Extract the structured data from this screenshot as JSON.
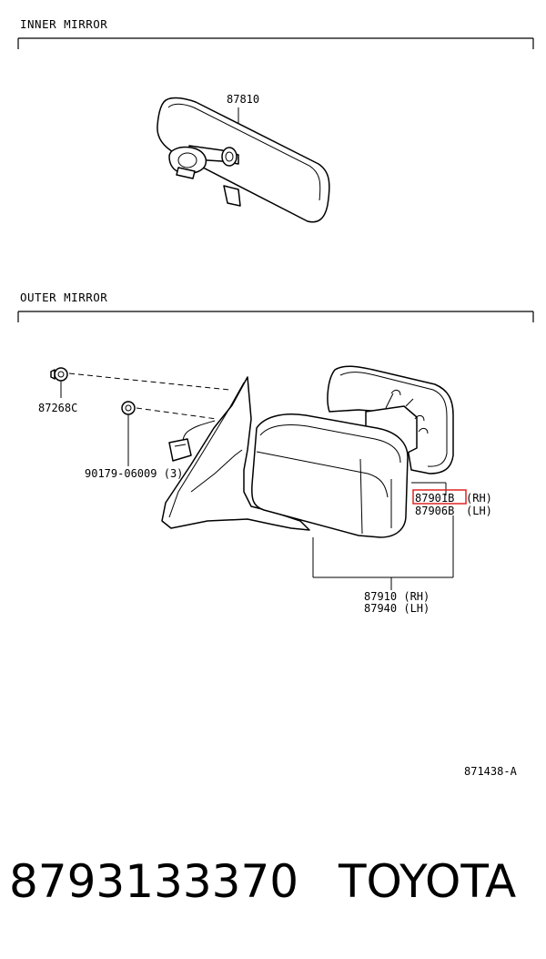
{
  "sections": {
    "inner": {
      "title": "INNER MIRROR"
    },
    "outer": {
      "title": "OUTER MIRROR"
    }
  },
  "labels": {
    "inner_mirror": "87810",
    "clip": "87268C",
    "screw": "90179-06009",
    "screw_qty": "(3)",
    "mirror_rh": "87901B",
    "rh_suffix": "(RH)",
    "mirror_lh": "87906B",
    "lh_suffix": "(LH)",
    "assy_rh": "87910 (RH)",
    "assy_lh": "87940 (LH)",
    "diagram_ref": "871438-A"
  },
  "footer": {
    "part_number": "8793133370",
    "brand": "TOYOTA"
  },
  "colors": {
    "highlight": "#e02424",
    "ink": "#000000"
  }
}
